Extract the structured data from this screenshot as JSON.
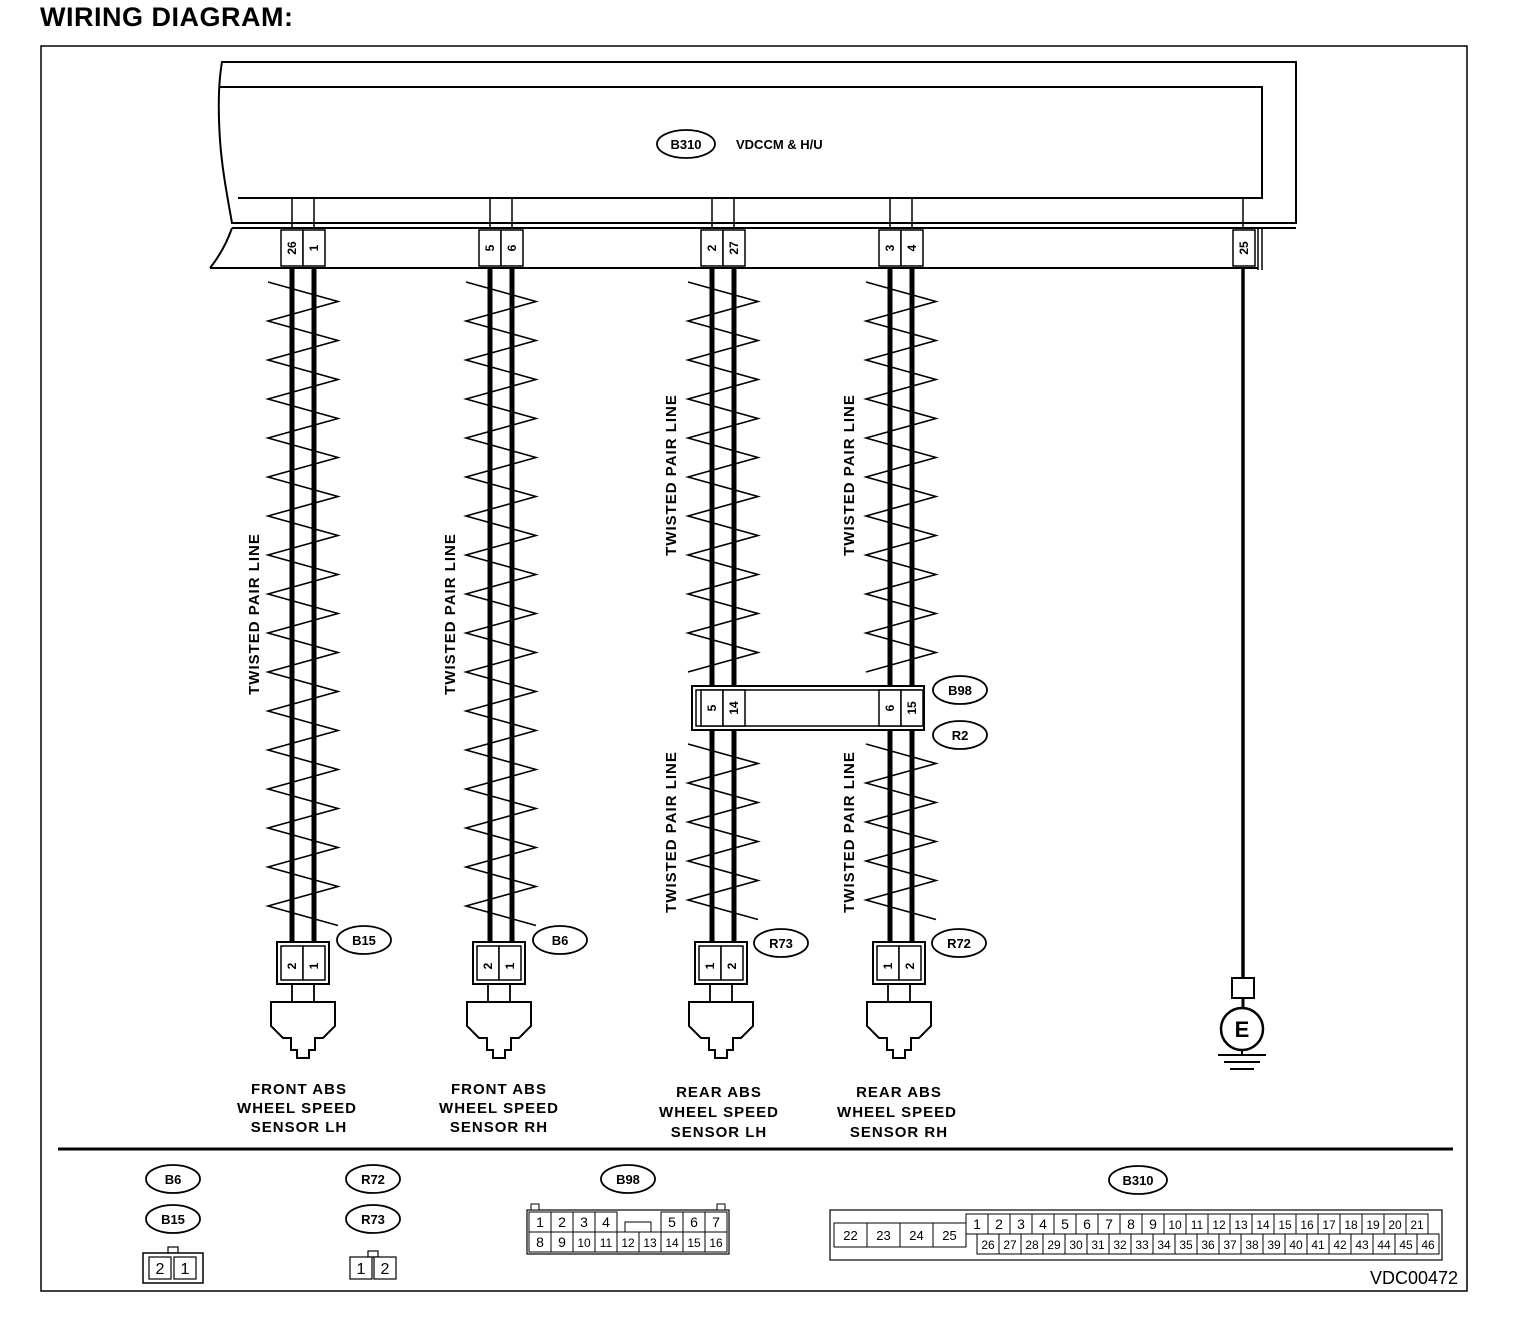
{
  "title": "WIRING DIAGRAM:",
  "figure_id": "VDC00472",
  "module": {
    "connector": "B310",
    "name": "VDCCM & H/U"
  },
  "twisted_pair_label": "TWISTED PAIR LINE",
  "module_pins": [
    "26",
    "1",
    "5",
    "6",
    "2",
    "27",
    "3",
    "4",
    "25"
  ],
  "intermediate": {
    "upper_connector": "B98",
    "lower_connector": "R2",
    "pins": [
      "5",
      "14",
      "6",
      "15"
    ]
  },
  "sensors": [
    {
      "connector": "B15",
      "pins": [
        "2",
        "1"
      ],
      "lines": [
        "FRONT ABS",
        "WHEEL SPEED",
        "SENSOR LH"
      ]
    },
    {
      "connector": "B6",
      "pins": [
        "2",
        "1"
      ],
      "lines": [
        "FRONT ABS",
        "WHEEL SPEED",
        "SENSOR RH"
      ]
    },
    {
      "connector": "R73",
      "pins": [
        "1",
        "2"
      ],
      "lines": [
        "REAR ABS",
        "WHEEL SPEED",
        "SENSOR LH"
      ]
    },
    {
      "connector": "R72",
      "pins": [
        "1",
        "2"
      ],
      "lines": [
        "REAR ABS",
        "WHEEL SPEED",
        "SENSOR RH"
      ]
    }
  ],
  "ground_label": "E",
  "connector_views": {
    "two_pin_a": {
      "names": [
        "B6",
        "B15"
      ],
      "cells": [
        "2",
        "1"
      ]
    },
    "two_pin_b": {
      "names": [
        "R72",
        "R73"
      ],
      "cells": [
        "1",
        "2"
      ]
    },
    "b98": {
      "name": "B98",
      "top": [
        "1",
        "2",
        "3",
        "4",
        "5",
        "6",
        "7"
      ],
      "bottom": [
        "8",
        "9",
        "10",
        "11",
        "12",
        "13",
        "14",
        "15",
        "16"
      ]
    },
    "b310": {
      "name": "B310",
      "left": [
        "22",
        "23",
        "24",
        "25"
      ],
      "top": [
        "1",
        "2",
        "3",
        "4",
        "5",
        "6",
        "7",
        "8",
        "9",
        "10",
        "11",
        "12",
        "13",
        "14",
        "15",
        "16",
        "17",
        "18",
        "19",
        "20",
        "21"
      ],
      "bottom": [
        "26",
        "27",
        "28",
        "29",
        "30",
        "31",
        "32",
        "33",
        "34",
        "35",
        "36",
        "37",
        "38",
        "39",
        "40",
        "41",
        "42",
        "43",
        "44",
        "45",
        "46"
      ]
    }
  }
}
